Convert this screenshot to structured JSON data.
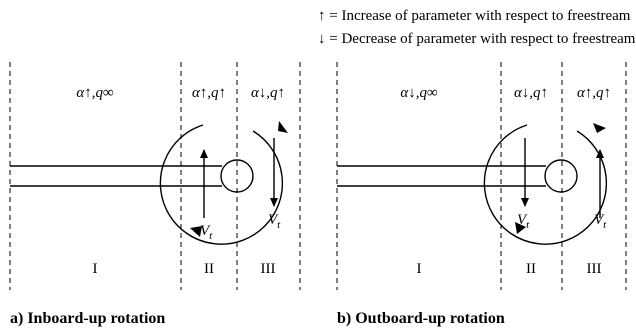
{
  "legend": {
    "up": "↑ = Increase of parameter with respect to freestream",
    "down": "↓ = Decrease of parameter with respect to freestream"
  },
  "panels": [
    {
      "params": [
        "α↑,q∞",
        "α↑,q↑",
        "α↓,q↑"
      ],
      "regions": [
        "I",
        "II",
        "III"
      ],
      "vt_label": "V",
      "vt_sub": "t",
      "caption": "a) Inboard-up rotation"
    },
    {
      "params": [
        "α↓,q∞",
        "α↓,q↑",
        "α↑,q↑"
      ],
      "regions": [
        "I",
        "II",
        "III"
      ],
      "vt_label": "V",
      "vt_sub": "t",
      "caption": "b) Outboard-up rotation"
    }
  ]
}
